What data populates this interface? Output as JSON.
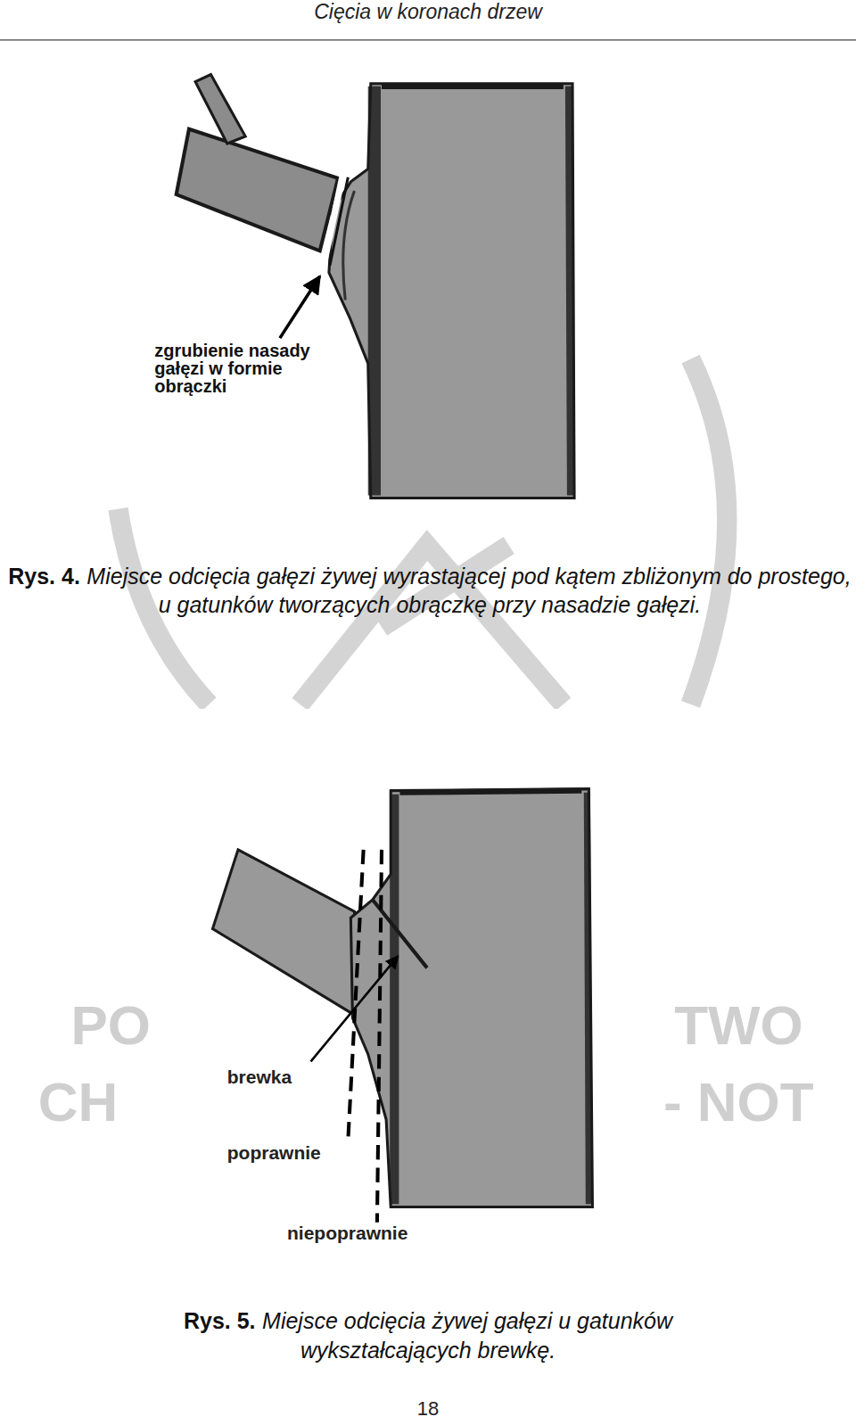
{
  "diagram": {
    "title": "Cięcia w koronach drzew",
    "labels": [
      "zgrubienie nasady gałęzi w formie obrączki",
      "Rys. 4.",
      "Miejsce odcięcia gałęzi żywej wyrastającej pod kątem zbliżonym do prostego, u gatunków tworzących obrączkę przy nasadzie gałęzi.",
      "brewka",
      "poprawnie",
      "niepoprawnie",
      "Rys. 5.",
      "Miejsce odcięcia żywej gałęzi u gatunków wykształcających brewkę.",
      "18",
      "PO",
      "TWO",
      "CH",
      "- NOT"
    ]
  }
}
